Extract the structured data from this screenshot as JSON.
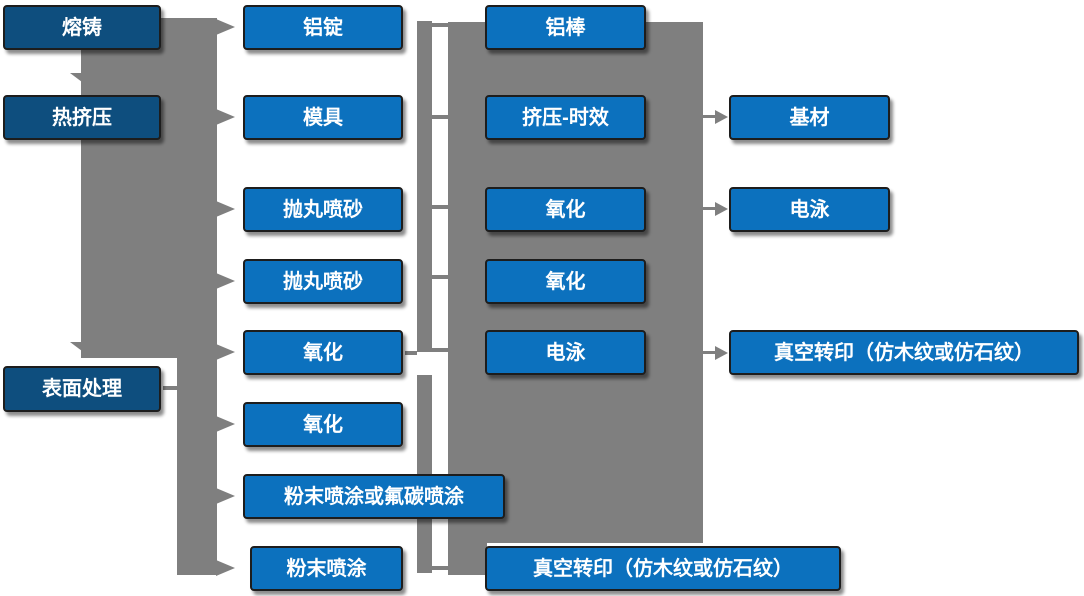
{
  "diagram": {
    "title_hint": "aluminum-profile-production-flowchart",
    "colors": {
      "stage_fill": "#0E4E7E",
      "step_fill": "#0C71BE",
      "connector_gray": "#7F7F7F",
      "text": "#FFFFFF"
    },
    "nodes": [
      {
        "id": "melting-casting",
        "label": "熔铸"
      },
      {
        "id": "aluminum-ingot",
        "label": "铝锭"
      },
      {
        "id": "aluminum-rod",
        "label": "铝棒"
      },
      {
        "id": "hot-extrusion",
        "label": "热挤压"
      },
      {
        "id": "mold",
        "label": "模具"
      },
      {
        "id": "extrusion-aging",
        "label": "挤压-时效"
      },
      {
        "id": "substrate",
        "label": "基材"
      },
      {
        "id": "shot-blasting-1",
        "label": "抛丸喷砂"
      },
      {
        "id": "oxidation-col3-1",
        "label": "氧化"
      },
      {
        "id": "electrophoresis-col4",
        "label": "电泳"
      },
      {
        "id": "shot-blasting-2",
        "label": "抛丸喷砂"
      },
      {
        "id": "oxidation-col3-2",
        "label": "氧化"
      },
      {
        "id": "oxidation-col2-1",
        "label": "氧化"
      },
      {
        "id": "electrophoresis-col3",
        "label": "电泳"
      },
      {
        "id": "vacuum-transfer-print-col4",
        "label": "真空转印（仿木纹或仿石纹）"
      },
      {
        "id": "surface-treatment",
        "label": "表面处理"
      },
      {
        "id": "oxidation-col2-2",
        "label": "氧化"
      },
      {
        "id": "powder-or-fluorocarbon-coating",
        "label": "粉末喷涂或氟碳喷涂"
      },
      {
        "id": "powder-coating",
        "label": "粉末喷涂"
      },
      {
        "id": "vacuum-transfer-print-col3",
        "label": "真空转印（仿木纹或仿石纹）"
      }
    ]
  }
}
